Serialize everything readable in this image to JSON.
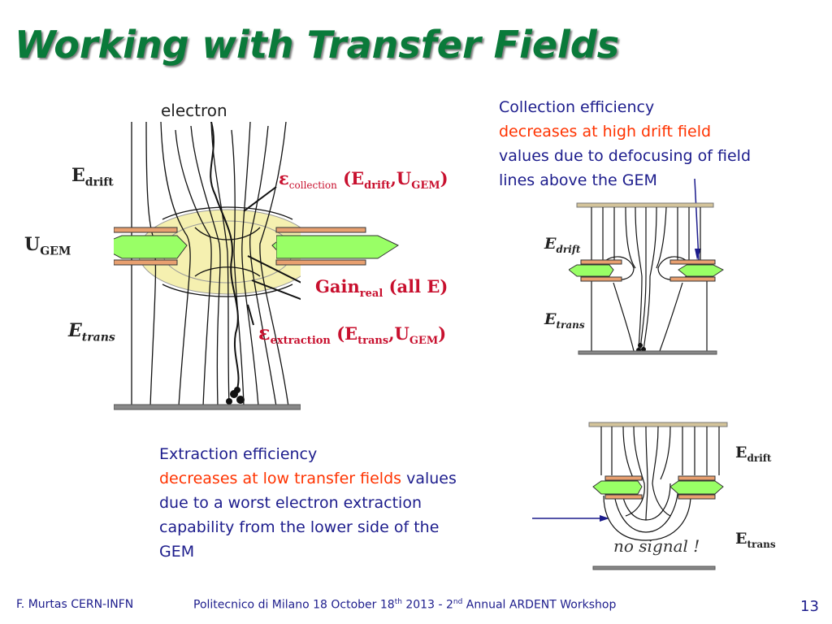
{
  "title": "Working with Transfer Fields",
  "main_figure": {
    "electron_label": "electron",
    "e_drift_label": "E",
    "e_drift_sub": "drift",
    "u_gem_label": "U",
    "u_gem_sub": "GEM",
    "e_trans_label": "E",
    "e_trans_sub": "trans",
    "collection": {
      "symbol": "ε",
      "sub": "collection",
      "args_open": "(E",
      "args_sub1": "drift",
      "args_mid": ",U",
      "args_sub2": "GEM",
      "args_close": ")"
    },
    "gain": {
      "main": "Gain",
      "sub": "real",
      "rest": " (all E)"
    },
    "extraction": {
      "symbol": "ε",
      "sub": "extraction",
      "args_open": "(E",
      "args_sub1": "trans",
      "args_mid": ",U",
      "args_sub2": "GEM",
      "args_close": ")"
    }
  },
  "collection_note": {
    "line1": "Collection efficiency",
    "line2_red": "decreases at high drift field",
    "line3": "values due to defocusing of field",
    "line4": "lines above the GEM"
  },
  "top_right_figure": {
    "e_drift_label": "E",
    "e_drift_sub": "drift",
    "e_trans_label": "E",
    "e_trans_sub": "trans"
  },
  "extraction_note": {
    "line1": "Extraction efficiency",
    "line2_red": "decreases at low transfer fields",
    "line2_rest": " values",
    "line3": "due to a worst electron extraction",
    "line4": "capability from the lower side of the",
    "line5": "GEM"
  },
  "bottom_right_figure": {
    "e_drift_label": "E",
    "e_drift_sub": "drift",
    "e_trans_label": "E",
    "e_trans_sub": "trans",
    "no_signal": "no signal !"
  },
  "footer": {
    "author": "F. Murtas CERN-INFN",
    "event_pre": "Politecnico di Milano 18 October 18",
    "event_sup1": "th",
    "event_mid": " 2013 - 2",
    "event_sup2": "nd",
    "event_post": " Annual ARDENT Workshop",
    "page_number": "13"
  },
  "colors": {
    "title": "#0a7a3a",
    "note_blue": "#1c1c8c",
    "highlight": "#ff3300",
    "label_red": "#c8102e",
    "gem_fill": "#99ff66",
    "gem_copper": "#e8a070",
    "field_region": "#f5f0b0"
  }
}
